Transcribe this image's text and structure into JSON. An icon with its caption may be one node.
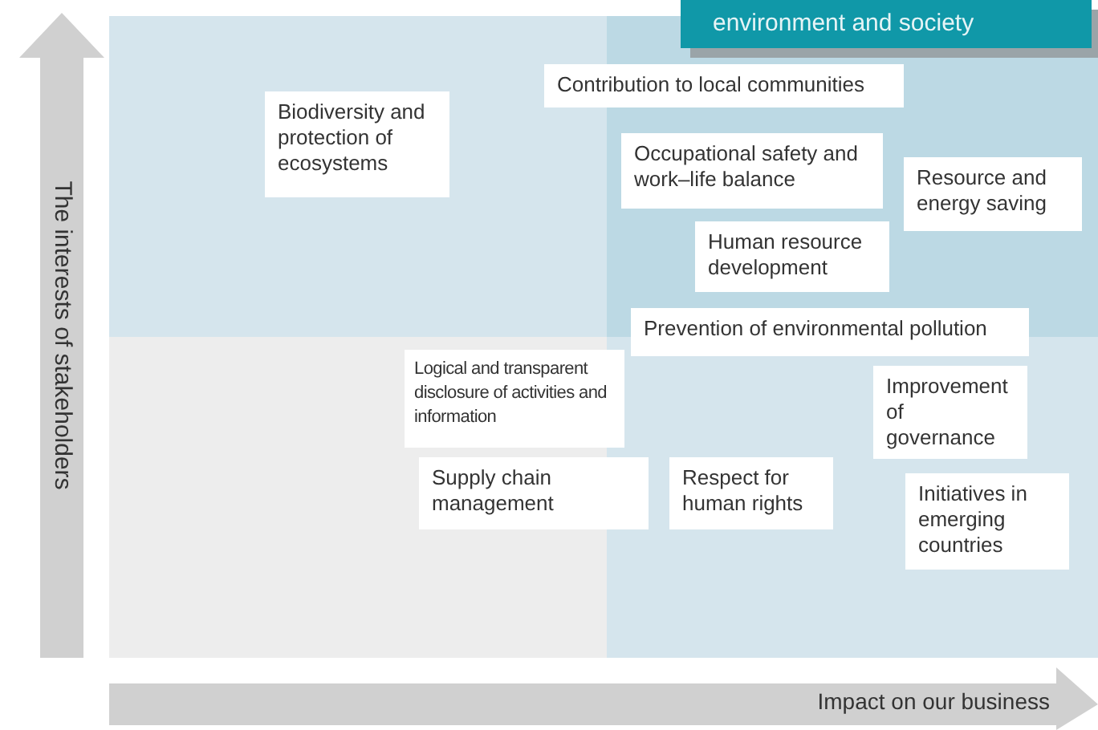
{
  "diagram": {
    "nodes": [
      {
        "text": [
          "environment and society"
        ]
      },
      {
        "text": [
          "Biodiversity and protection of ecosystems"
        ]
      },
      {
        "text": [
          "Contribution to local communities"
        ]
      },
      {
        "text": [
          "Occupational safety and work–life balance"
        ]
      },
      {
        "text": [
          "Resource and energy saving"
        ]
      },
      {
        "text": [
          "Human resource development"
        ]
      },
      {
        "text": [
          "Prevention of environmental pollution"
        ]
      },
      {
        "text": [
          "Logical and transparent disclosure of activities and information"
        ]
      },
      {
        "text": [
          "Improvement of governance"
        ]
      },
      {
        "text": [
          "Supply chain management"
        ]
      },
      {
        "text": [
          "Respect for human rights"
        ]
      },
      {
        "text": [
          "Initiatives in emerging countries"
        ]
      }
    ],
    "labels": [
      "The interests of stakeholders",
      "Impact on our business"
    ]
  }
}
